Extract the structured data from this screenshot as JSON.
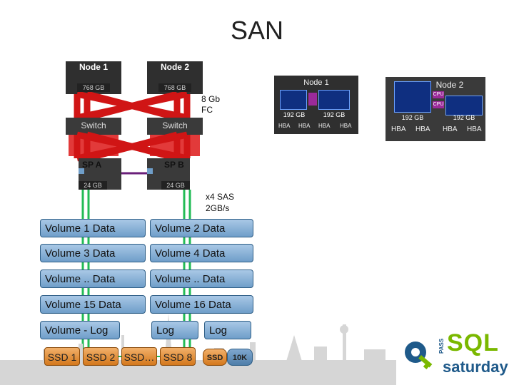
{
  "title": "SAN",
  "left": {
    "node1": "Node 1",
    "node2": "Node 2",
    "mem1": "768 GB",
    "mem2": "768 GB",
    "fc_label": "8 Gb FC",
    "switch1": "Switch",
    "switch2": "Switch",
    "spa": "SP A",
    "spb": "SP B",
    "sp_mem1": "24 GB",
    "sp_mem2": "24 GB",
    "sas_label": "x4 SAS 2GB/s"
  },
  "volumes": [
    "Volume 1 Data",
    "Volume 2 Data",
    "Volume 3 Data",
    "Volume 4 Data",
    "Volume .. Data",
    "Volume .. Data",
    "Volume 15 Data",
    "Volume 16 Data",
    "Volume - Log",
    "Log",
    "Log"
  ],
  "ssds": [
    "SSD 1",
    "SSD 2",
    "SSD…",
    "SSD 8",
    "SSD",
    "10K"
  ],
  "right": {
    "node1": {
      "title": "Node 1",
      "mem": [
        "192 GB",
        "192 GB"
      ],
      "hba": [
        "HBA",
        "HBA",
        "HBA",
        "HBA"
      ]
    },
    "node2": {
      "title": "Node 2",
      "cpu": [
        "CPU",
        "CPU"
      ],
      "mem": [
        "192 GB",
        "192 GB"
      ],
      "hba": [
        "HBA",
        "HBA",
        "HBA",
        "HBA"
      ]
    }
  },
  "logo": {
    "brand": "SQL",
    "sub": "saturday",
    "pass": "PASS"
  },
  "colors": {
    "red": "#cc1111",
    "green": "#22bb55",
    "purple": "#6a1f7a",
    "blue": "#6f9ec9",
    "orange": "#e08a2a"
  }
}
